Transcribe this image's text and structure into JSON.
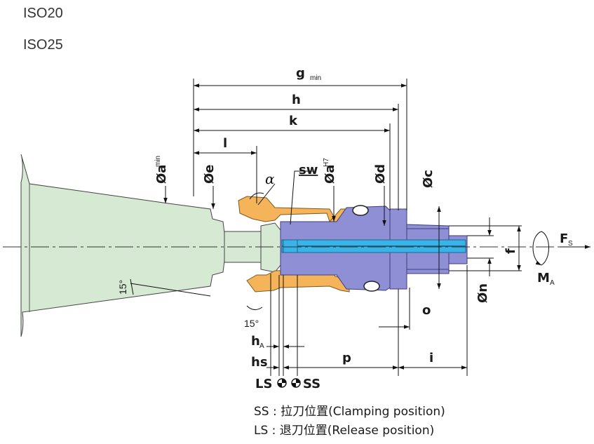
{
  "header": {
    "line1": "ISO20",
    "line2": "ISO25"
  },
  "dimensions": {
    "g": "g",
    "g_sub": "min",
    "h": "h",
    "k": "k",
    "l": "l",
    "o": "o",
    "p": "p",
    "i": "i",
    "f": "f",
    "hA": "h",
    "hA_sub": "A",
    "hs": "hs",
    "alpha": "α",
    "angle1": "15°",
    "angle2": "15°"
  },
  "diameters": {
    "amin": "Øa",
    "amin_sup": "min",
    "e": "Øe",
    "sw": "sw",
    "aH7": "Øa",
    "aH7_sup": "H7",
    "d": "Ød",
    "c": "Øc",
    "n": "Øn"
  },
  "forces": {
    "fs": "F",
    "fs_sub": "S",
    "ma": "M",
    "ma_sub": "A"
  },
  "positions": {
    "ls": "LS",
    "ss": "SS"
  },
  "legend": {
    "ss": "SS : 拉刀位置(Clamping position)",
    "ls": "LS : 退刀位置(Release position)"
  },
  "colors": {
    "holder": "#d6e9d3",
    "collet": "#f5b45a",
    "body": "#8f8fd6",
    "coolant": "#39b3e8"
  }
}
